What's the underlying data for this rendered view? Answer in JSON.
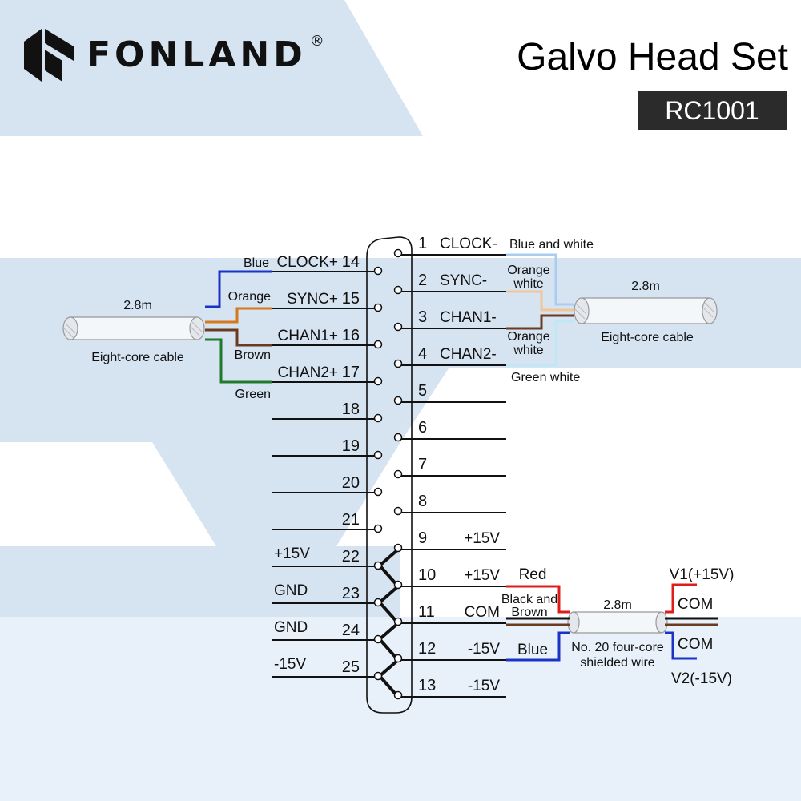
{
  "brand": {
    "name": "FONLAND",
    "registered": "®"
  },
  "title": "Galvo Head Set",
  "model": "RC1001",
  "colors": {
    "background_panel": "#d6e3f1",
    "background_light": "#e8f1f9",
    "blue": "#1a33c6",
    "orange": "#d4791e",
    "brown": "#6b3a1f",
    "green": "#1f7a2a",
    "red": "#e01b1b",
    "light_blue": "#a9cdf0",
    "light_orange": "#f2c49a",
    "pale_cyan": "#bfe8f6"
  },
  "left_cable": {
    "length": "2.8m",
    "name": "Eight-core cable"
  },
  "right_cable": {
    "length": "2.8m",
    "name": "Eight-core cable"
  },
  "power_cable": {
    "length": "2.8m",
    "name_line1": "No. 20 four-core",
    "name_line2": "shielded wire"
  },
  "left_pins": [
    {
      "pin": "14",
      "signal": "CLOCK+",
      "wire": "Blue"
    },
    {
      "pin": "15",
      "signal": "SYNC+",
      "wire": "Orange"
    },
    {
      "pin": "16",
      "signal": "CHAN1+",
      "wire": "Brown"
    },
    {
      "pin": "17",
      "signal": "CHAN2+",
      "wire": "Green"
    },
    {
      "pin": "18",
      "signal": ""
    },
    {
      "pin": "19",
      "signal": ""
    },
    {
      "pin": "20",
      "signal": ""
    },
    {
      "pin": "21",
      "signal": ""
    },
    {
      "pin": "22",
      "signal": "+15V"
    },
    {
      "pin": "23",
      "signal": "GND"
    },
    {
      "pin": "24",
      "signal": "GND"
    },
    {
      "pin": "25",
      "signal": "-15V"
    }
  ],
  "right_pins": [
    {
      "pin": "1",
      "signal": "CLOCK-"
    },
    {
      "pin": "2",
      "signal": "SYNC-"
    },
    {
      "pin": "3",
      "signal": "CHAN1-"
    },
    {
      "pin": "4",
      "signal": "CHAN2-"
    },
    {
      "pin": "5",
      "signal": ""
    },
    {
      "pin": "6",
      "signal": ""
    },
    {
      "pin": "7",
      "signal": ""
    },
    {
      "pin": "8",
      "signal": ""
    },
    {
      "pin": "9",
      "signal": "+15V"
    },
    {
      "pin": "10",
      "signal": "+15V"
    },
    {
      "pin": "11",
      "signal": "COM"
    },
    {
      "pin": "12",
      "signal": "-15V"
    },
    {
      "pin": "13",
      "signal": "-15V"
    }
  ],
  "right_wires": {
    "clock": "Blue and white",
    "sync_line1": "Orange",
    "sync_line2": "white",
    "chan1_line1": "Orange",
    "chan1_line2": "white",
    "chan2": "Green white"
  },
  "power_wires": {
    "red": "Red",
    "black_brown_line1": "Black and",
    "black_brown_line2": "Brown",
    "blue": "Blue"
  },
  "power_out": {
    "v1": "V1(+15V)",
    "com1": "COM",
    "com2": "COM",
    "v2": "V2(-15V)"
  }
}
